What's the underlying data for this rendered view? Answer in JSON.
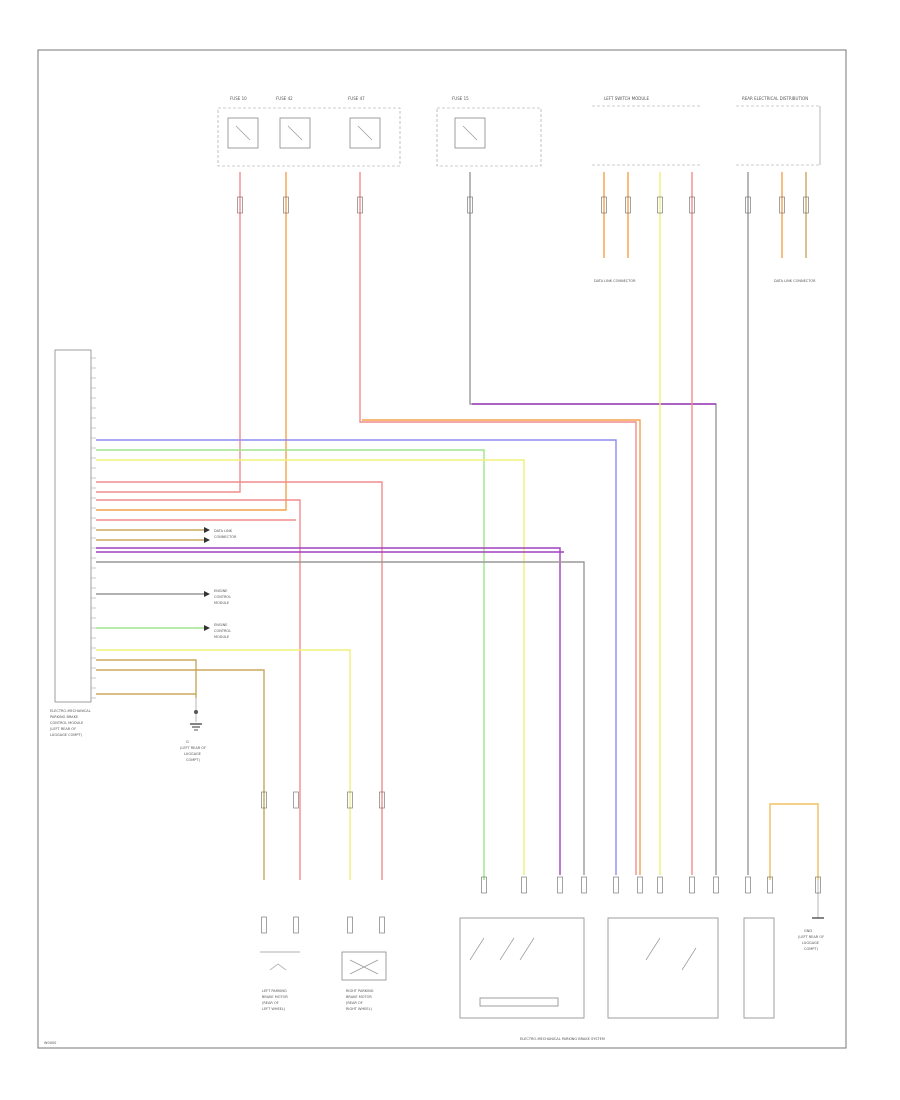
{
  "diagram": {
    "footer_id": "W0000",
    "bottom_caption": "ELECTRO-MECHANICAL PARKING BRAKE SYSTEM",
    "module_label": [
      "ELECTRO-MECHANICAL",
      "PARKING BRAKE",
      "CONTROL MODULE",
      "(LEFT REAR OF",
      "LUGGAGE COMPT)"
    ],
    "ground_label": [
      "G",
      "(LEFT REAR OF",
      "LUGGAGE",
      "COMPT)"
    ],
    "fuse_box_labels": [
      "FUSE 10",
      "FUSE 42",
      "FUSE 47"
    ],
    "fuse_box_2_label": "FUSE 15",
    "top_right_labels": [
      "LEFT SWITCH MODULE",
      "REAR ELECTRICAL DISTRIBUTION"
    ],
    "data_link_label": "DATA LINK CONNECTOR",
    "motor_labels": [
      [
        "LEFT PARKING",
        "BRAKE MOTOR",
        "(REAR OF",
        "LEFT WHEEL)"
      ],
      [
        "RIGHT PARKING",
        "BRAKE MOTOR",
        "(REAR OF",
        "RIGHT WHEEL)"
      ]
    ],
    "branch_labels": [
      [
        "DATA LINK",
        "CONNECTOR"
      ],
      [
        "ENGINE",
        "CONTROL",
        "MODULE"
      ],
      [
        "ENGINE",
        "CONTROL",
        "MODULE"
      ]
    ],
    "ground_right_label": [
      "GND",
      "(LEFT REAR OF",
      "LUGGAGE",
      "COMPT)"
    ],
    "colors": {
      "red": "#f28b8b",
      "orange": "#f5a24b",
      "violet": "#a040c0",
      "blue": "#8c8cf0",
      "green": "#9ee68a",
      "yellow": "#f0f07a",
      "tan": "#c8a85c",
      "gray": "#888888"
    }
  }
}
